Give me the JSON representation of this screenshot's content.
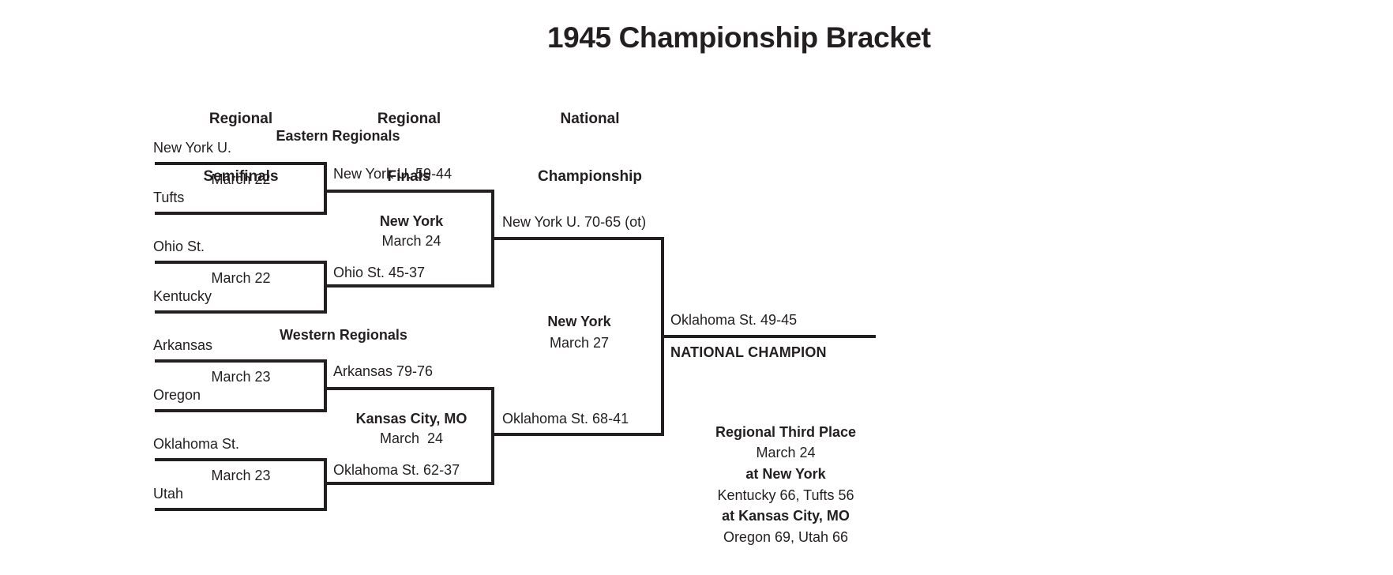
{
  "page": {
    "title": "1945 Championship Bracket",
    "line_color": "#231f20",
    "background": "#ffffff"
  },
  "column_headers": [
    {
      "line1": "Regional",
      "line2": "Semifinals"
    },
    {
      "line1": "Regional",
      "line2": "Finals"
    },
    {
      "line1": "National",
      "line2": "Championship"
    }
  ],
  "regions": [
    {
      "name": "Eastern Regionals"
    },
    {
      "name": "Western Regionals"
    }
  ],
  "regional_semifinals": [
    {
      "top_team": "New York U.",
      "bottom_team": "Tufts",
      "date": "March 22"
    },
    {
      "top_team": "Ohio St.",
      "bottom_team": "Kentucky",
      "date": "March 22"
    },
    {
      "top_team": "Arkansas",
      "bottom_team": "Oregon",
      "date": "March 23"
    },
    {
      "top_team": "Oklahoma St.",
      "bottom_team": "Utah",
      "date": "March 23"
    }
  ],
  "regional_semifinal_results": [
    {
      "result": "New York U. 59-44"
    },
    {
      "result": "Ohio St. 45-37"
    },
    {
      "result": "Arkansas 79-76"
    },
    {
      "result": "Oklahoma St. 62-37"
    }
  ],
  "regional_finals": [
    {
      "site": "New York",
      "date": "March 24",
      "result": "New York U. 70-65 (ot)"
    },
    {
      "site": "Kansas City, MO",
      "date": "March  24",
      "result": "Oklahoma St. 68-41"
    }
  ],
  "national_championship": {
    "site": "New York",
    "date": "March 27",
    "result": "Oklahoma St. 49-45",
    "champion_label": "NATIONAL CHAMPION"
  },
  "third_place": {
    "heading": "Regional Third Place",
    "date": "March 24",
    "games": [
      {
        "at": "at New York",
        "result": "Kentucky 66, Tufts 56"
      },
      {
        "at": "at Kansas City, MO",
        "result": "Oregon 69, Utah 66"
      }
    ]
  }
}
